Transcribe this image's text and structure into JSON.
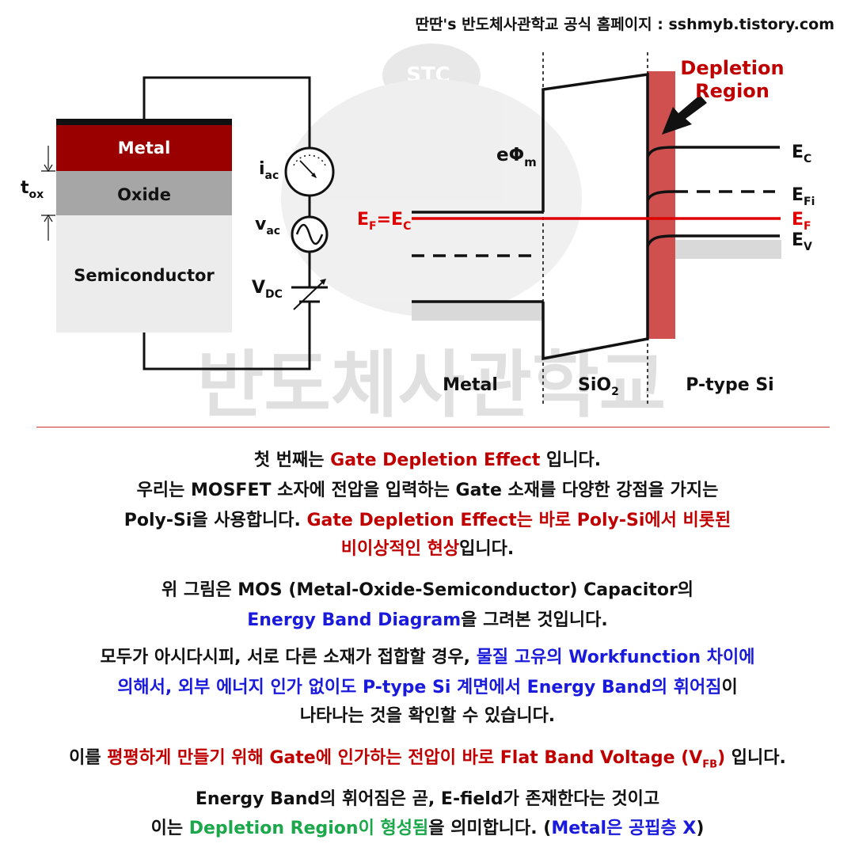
{
  "header": {
    "site_label": "딴딴's 반도체사관학교 공식 홈페이지 : sshmyb.tistory.com"
  },
  "watermark": {
    "badge": "STC",
    "big_text": "반도체사관학교"
  },
  "mos_stack": {
    "metal": "Metal",
    "oxide": "Oxide",
    "semiconductor": "Semiconductor",
    "tox_main": "t",
    "tox_sub": "ox"
  },
  "circuit": {
    "iac_main": "i",
    "iac_sub": "ac",
    "vac_main": "v",
    "vac_sub": "ac",
    "vdc_main": "V",
    "vdc_sub": "DC"
  },
  "band": {
    "ephi_main": "eΦ",
    "ephi_sub": "m",
    "ef_ec_a": "E",
    "ef_ec_a_sub": "F",
    "ef_ec_eq": "=E",
    "ef_ec_b_sub": "C",
    "depletion_line1": "Depletion",
    "depletion_line2": "Region",
    "ec_main": "E",
    "ec_sub": "C",
    "efi_main": "E",
    "efi_sub": "Fi",
    "ef_main": "E",
    "ef_sub": "F",
    "ev_main": "E",
    "ev_sub": "V",
    "label_metal": "Metal",
    "label_sio2_main": "SiO",
    "label_sio2_sub": "2",
    "label_ptype": "P-type Si"
  },
  "text": {
    "p1l1_a": "첫 번째는 ",
    "p1l1_b": "Gate Depletion Effect",
    "p1l1_c": " 입니다.",
    "p1l2": "우리는 MOSFET 소자에 전압을 입력하는 Gate 소재를 다양한 강점을 가지는",
    "p1l3_a": "Poly-Si을 사용합니다. ",
    "p1l3_b": "Gate Depletion Effect는 바로 Poly-Si에서 비롯된",
    "p1l4_a": "비이상적인 현상",
    "p1l4_b": "입니다.",
    "p2l1": "위 그림은 MOS (Metal-Oxide-Semiconductor) Capacitor의",
    "p2l2_a": "Energy Band Diagram",
    "p2l2_b": "을 그려본 것입니다.",
    "p3l1_a": "모두가 아시다시피, 서로 다른 소재가 접합할 경우, ",
    "p3l1_b": "물질 고유의 Workfunction 차이에",
    "p3l2_a": "의해서, 외부 에너지 인가 없이도 P-type Si 계면에서 Energy Band의 휘어짐",
    "p3l2_b": "이",
    "p3l3": "나타나는 것을 확인할 수 있습니다.",
    "p4_a": "이를 ",
    "p4_b": "평평하게 만들기 위해 Gate에 인가하는 전압이 바로 Flat Band Voltage (V",
    "p4_sub": "FB",
    "p4_c": ")",
    "p4_d": " 입니다.",
    "p5l1": "Energy Band의 휘어짐은 곧, E-field가 존재한다는 것이고",
    "p5l2_a": "이는 ",
    "p5l2_b": "Depletion Region이 형성됨",
    "p5l2_c": "을 의미합니다. (",
    "p5l2_d": "Metal은 공핍층 X",
    "p5l2_e": ")"
  },
  "colors": {
    "red": "#c00000",
    "metal_fill": "#9b0000",
    "oxide_fill": "#a6a6a6",
    "semi_fill": "#ececec",
    "depletion_fill": "#d05050",
    "blue": "#1a1adc",
    "green": "#1aa84a"
  }
}
